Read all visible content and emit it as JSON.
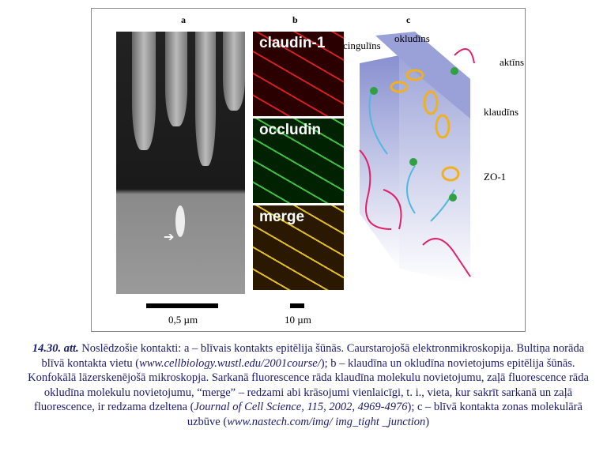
{
  "figure": {
    "panel_labels": [
      "a",
      "b",
      "c"
    ],
    "panel_b_labels": [
      "claudin-1",
      "occludin",
      "merge"
    ],
    "panel_c_labels": {
      "cingulins": "cingulīns",
      "okludins": "okludīns",
      "aktins": "aktīns",
      "klaudins": "klaudīns",
      "zo1": "ZO-1"
    },
    "scale_a": "0,5 µm",
    "scale_b": "10 µm"
  },
  "caption": {
    "number": "14.30. att.",
    "t1": " Noslēdzošie kontakti: a – blīvais kontakts epitēlija šūnās. Caurstarojošā elektronmikroskopija. Bultiņa norāda blīvā kontakta vietu (",
    "i1": "www.cellbiology.wustl.edu/2001course/",
    "t2": "); b – klaudīna un okludīna novietojums epitēlija šūnās. Konfokālā lāzerskenējošā mikroskopja. Sarkanā fluorescence rāda klaudīna molekulu novietojumu, zaļā fluorescence rāda okludīna molekulu novietojumu, “merge” – redzami abi krāsojumi vienlaicīgi, t. i., vieta, kur sakrīt sarkanā un zaļā fluorescence, ir redzama dzeltena (",
    "i2": "Journal of Cell Science, 115, 2002, 4969-4976",
    "t3": "); c – blīvā kontakta zonas molekulārā uzbūve (",
    "i3": "www.nastech.com/img/ img_tight _junction",
    "t4": ")"
  }
}
